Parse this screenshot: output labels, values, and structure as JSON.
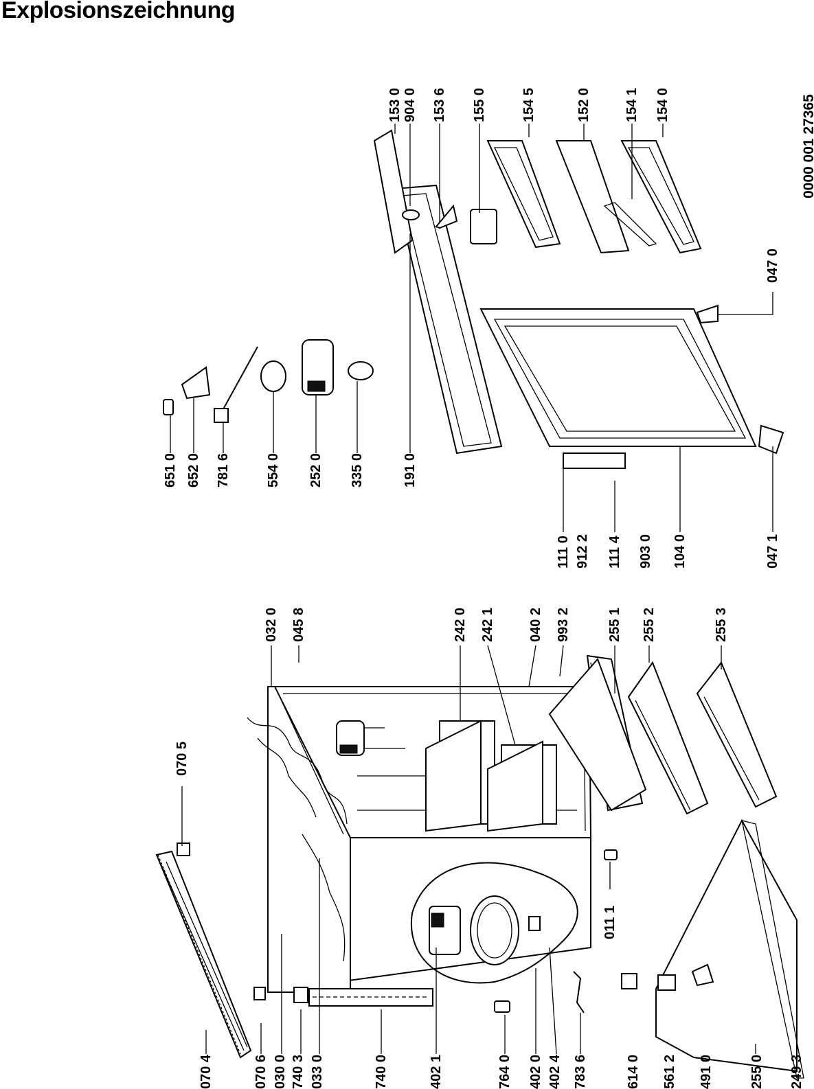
{
  "title": "Explosionszeichnung",
  "document_number": "0000 001 27365",
  "part_labels": [
    "070 4",
    "070 6",
    "030 0",
    "740 3",
    "033 0",
    "740 0",
    "402 1",
    "764 0",
    "402 0",
    "402 4",
    "783 6",
    "614 0",
    "561 2",
    "491 0",
    "255 0",
    "249 3",
    "070 5",
    "011 1",
    "032 0",
    "045 8",
    "242 0",
    "242 1",
    "040 2",
    "993 2",
    "255 1",
    "255 2",
    "255 3",
    "651 0",
    "652 0",
    "781 6",
    "554 0",
    "252 0",
    "335 0",
    "191 0",
    "111 0",
    "912 2",
    "111 4",
    "903 0",
    "104 0",
    "047 1",
    "047 0",
    "153 0",
    "904 0",
    "153 6",
    "155 0",
    "154 5",
    "152 0",
    "154 1",
    "154 0"
  ]
}
